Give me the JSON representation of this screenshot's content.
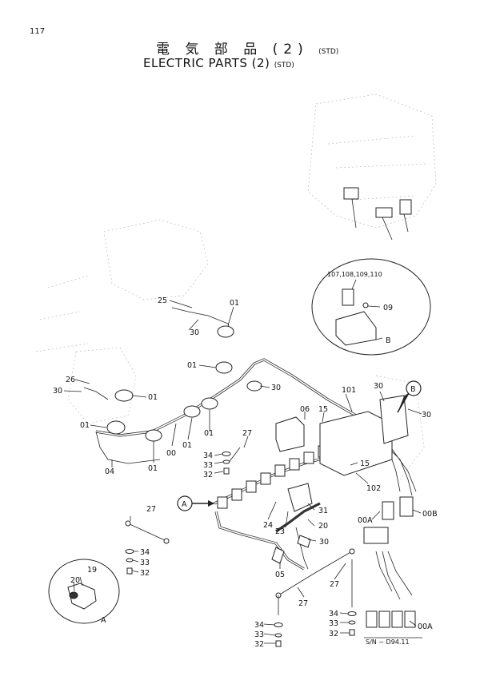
{
  "header": {
    "page_number": "117",
    "title_jp": "電 気 部 品",
    "title_jp_suffix": "(2)",
    "title_en": "ELECTRIC PARTS (2)",
    "std_tag": "(STD)"
  },
  "callouts": {
    "c25": "25",
    "c30a": "30",
    "c01a": "01",
    "c01b": "01",
    "c30b": "30",
    "c26": "26",
    "c30c": "30",
    "c01c": "01",
    "c01d": "01",
    "c00": "00",
    "c01e": "01",
    "c01f": "01",
    "c04": "04",
    "c27a": "27",
    "c06": "06",
    "c15a": "15",
    "c101": "101",
    "c30d": "30",
    "c30e": "30",
    "c15b": "15",
    "c102": "102",
    "c34a": "34",
    "c33a": "33",
    "c32a": "32",
    "c27b": "27",
    "c34b": "34",
    "c33b": "33",
    "c32b": "32",
    "c31": "31",
    "c24": "24",
    "c23": "23",
    "c20": "20",
    "c30f": "30",
    "c05": "05",
    "c27c": "27",
    "c27d": "27",
    "c00A_a": "00A",
    "c00B": "00B",
    "c00A_b": "00A",
    "c34c": "34",
    "c33c": "33",
    "c32c": "32",
    "c34d": "34",
    "c33d": "33",
    "c32d": "32",
    "inset_b_parts": "107,108,109,110",
    "c09": "09",
    "inset_a_20": "20",
    "inset_a_19": "19"
  },
  "view_markers": {
    "A": "A",
    "B": "B"
  },
  "serial_note": "S/N ~ D94.11"
}
